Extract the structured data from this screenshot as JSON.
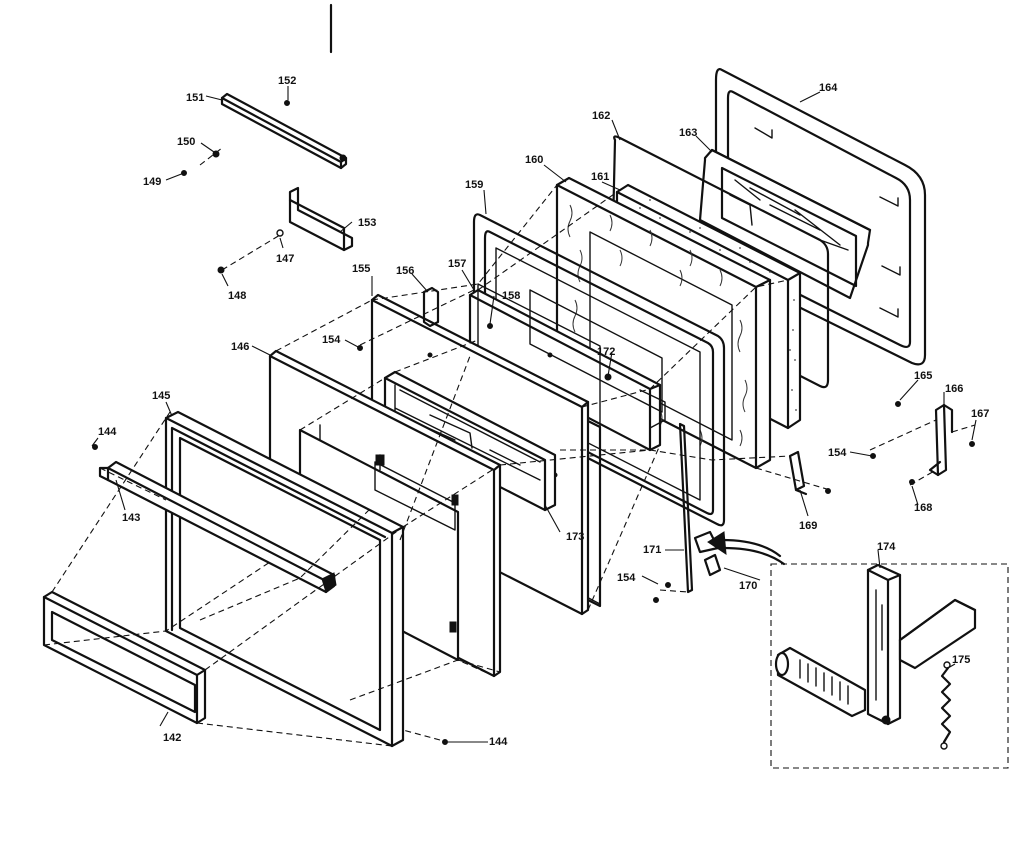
{
  "diagram": {
    "part_labels": {
      "p142": "142",
      "p143": "143",
      "p144a": "144",
      "p144b": "144",
      "p145": "145",
      "p146": "146",
      "p147": "147",
      "p148": "148",
      "p149": "149",
      "p150": "150",
      "p151": "151",
      "p152": "152",
      "p153": "153",
      "p154a": "154",
      "p154b": "154",
      "p154c": "154",
      "p155": "155",
      "p156": "156",
      "p157": "157",
      "p158": "158",
      "p159": "159",
      "p160": "160",
      "p161": "161",
      "p162": "162",
      "p163": "163",
      "p164": "164",
      "p165": "165",
      "p166": "166",
      "p167": "167",
      "p168": "168",
      "p169": "169",
      "p170": "170",
      "p171": "171",
      "p172": "172",
      "p173": "173",
      "p174": "174",
      "p175": "175"
    }
  }
}
